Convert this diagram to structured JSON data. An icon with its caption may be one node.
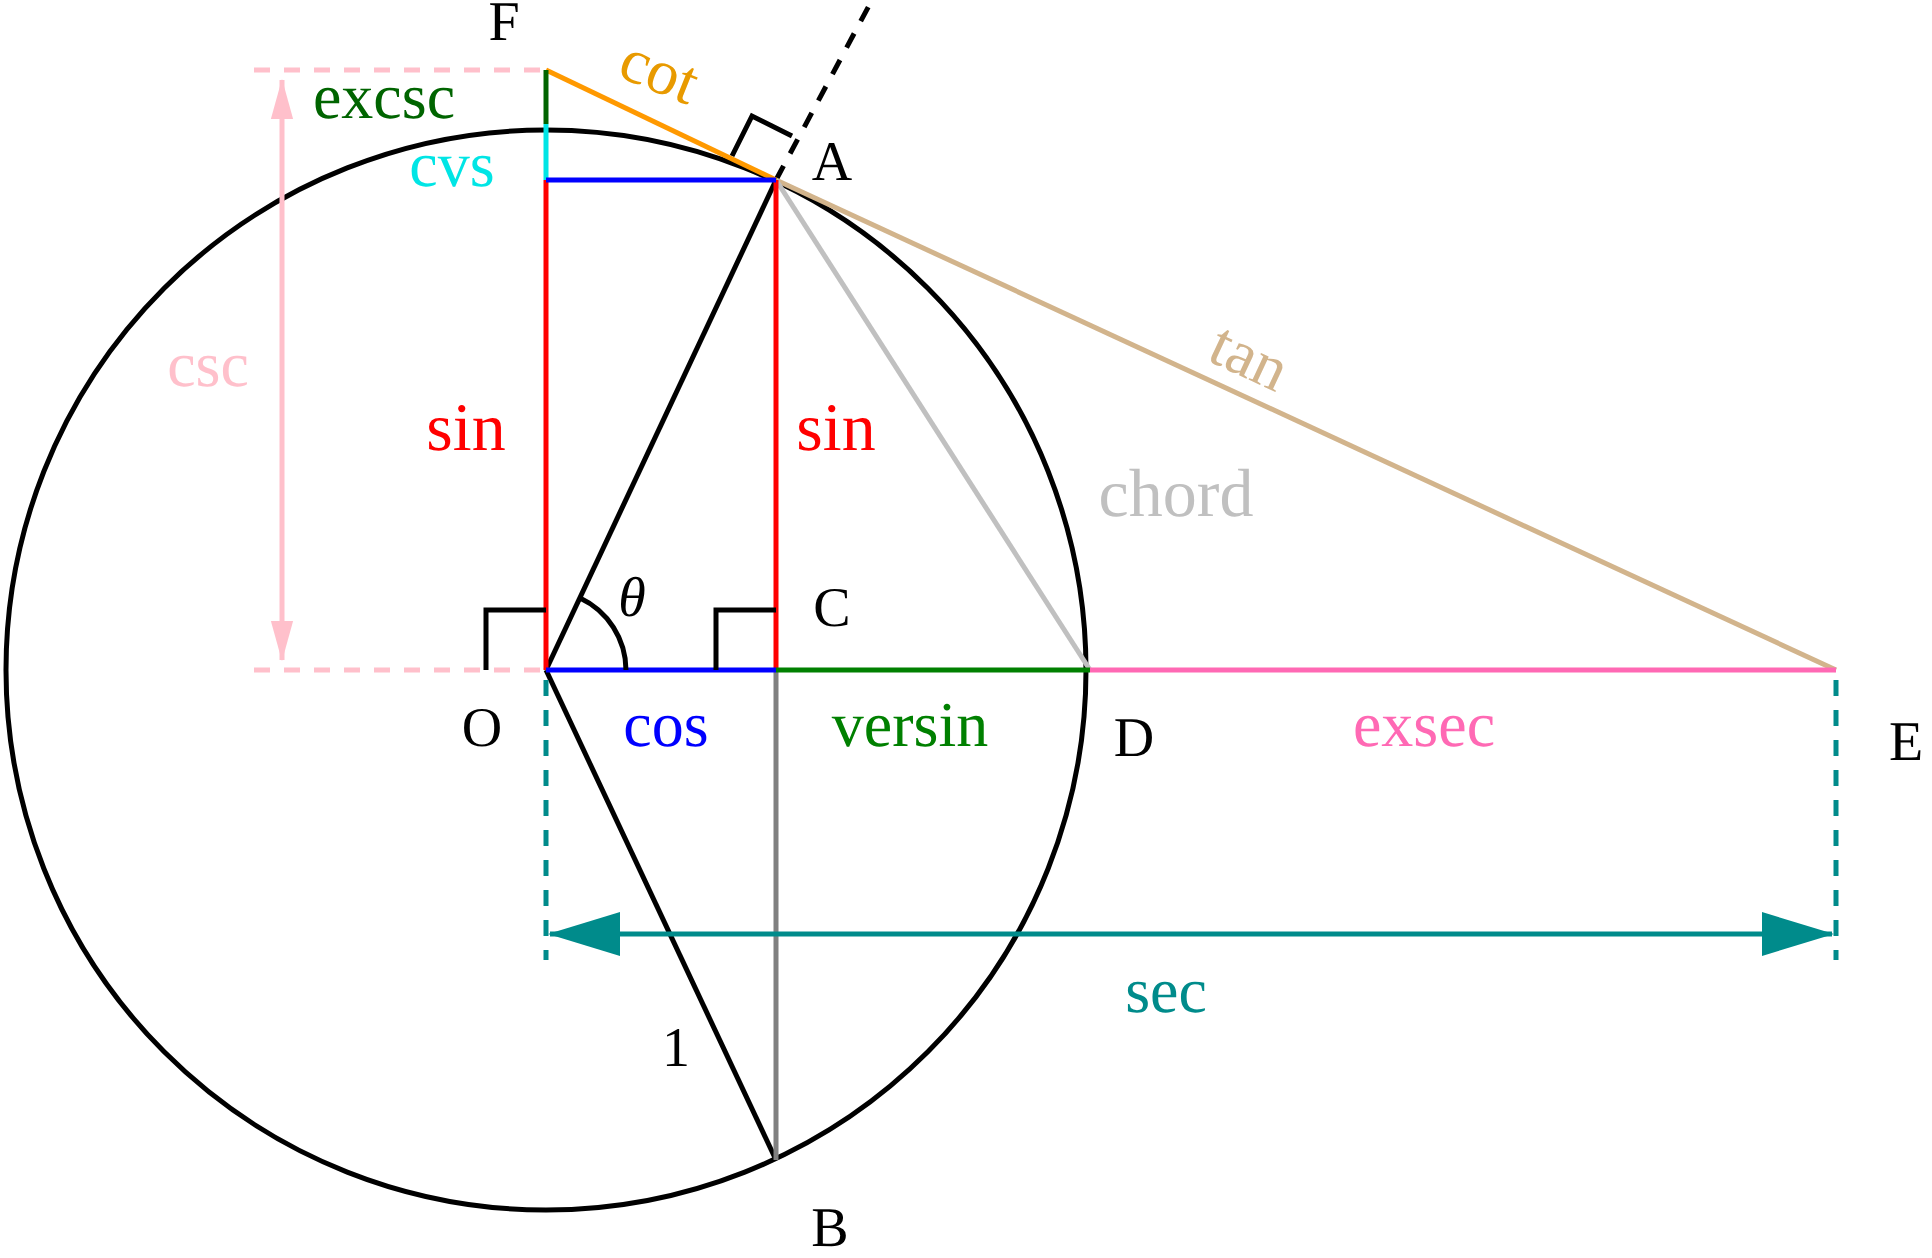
{
  "diagram": {
    "labels": [
      "F",
      "cot",
      "excsc",
      "cvs",
      "A",
      "csc",
      "sin",
      "sin",
      "tan",
      "chord",
      "θ",
      "C",
      "O",
      "cos",
      "versin",
      "D",
      "exsec",
      "E",
      "sec",
      "1",
      "B"
    ]
  }
}
